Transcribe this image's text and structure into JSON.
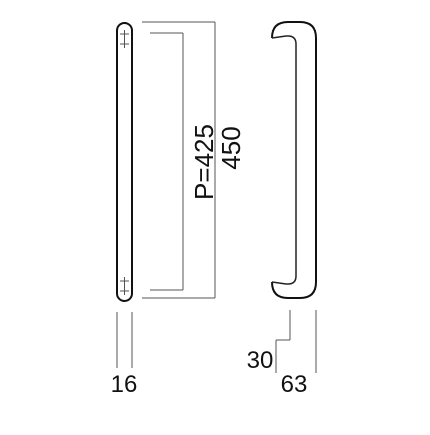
{
  "dimensions": {
    "pitch": "P=425",
    "overall_length": "450",
    "bar_width": "16",
    "stand_off": "30",
    "projection": "63"
  }
}
